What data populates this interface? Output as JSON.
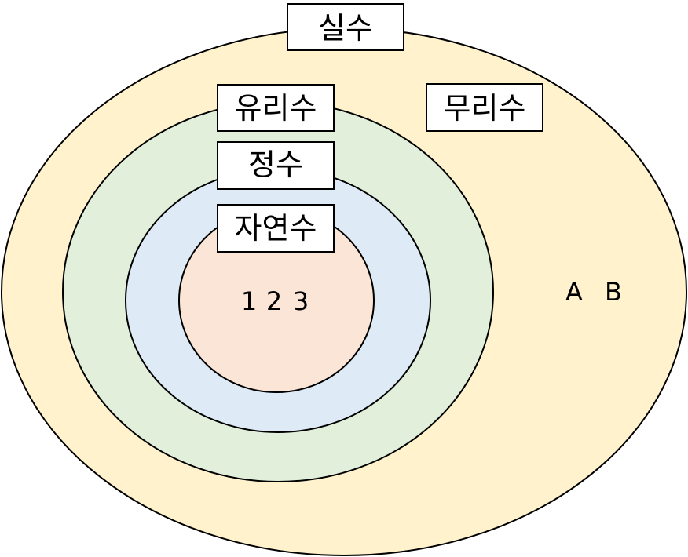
{
  "diagram": {
    "sets": {
      "real": {
        "label": "실수",
        "color": "#fff2cc"
      },
      "rational": {
        "label": "유리수",
        "color": "#e2efda"
      },
      "integer": {
        "label": "정수",
        "color": "#deebf7"
      },
      "natural": {
        "label": "자연수",
        "color": "#fbe5d6"
      },
      "irrational": {
        "label": "무리수"
      }
    },
    "members": {
      "natural": [
        "1",
        "2",
        "3"
      ],
      "irrational": [
        "A",
        "B"
      ]
    },
    "stroke_color": "#000000"
  }
}
